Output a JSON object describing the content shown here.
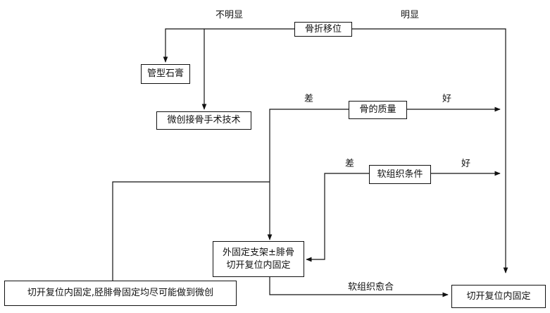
{
  "nodes": {
    "displacement": "骨折移位",
    "cast": "管型石膏",
    "mis": "微创接骨手术技术",
    "bone_quality": "骨的质量",
    "soft_tissue": "软组织条件",
    "ext_fix_line1": "外固定支架±腓骨",
    "ext_fix_line2": "切开复位内固定",
    "orif_min": "切开复位内固定,胫腓骨固定均尽可能做到微创",
    "orif": "切开复位内固定"
  },
  "edge_labels": {
    "not_obvious": "不明显",
    "obvious": "明显",
    "poor_bone": "差",
    "good_bone": "好",
    "poor_soft": "差",
    "good_soft": "好",
    "healed": "软组织愈合"
  },
  "colors": {
    "line": "#111111",
    "background": "#ffffff"
  }
}
